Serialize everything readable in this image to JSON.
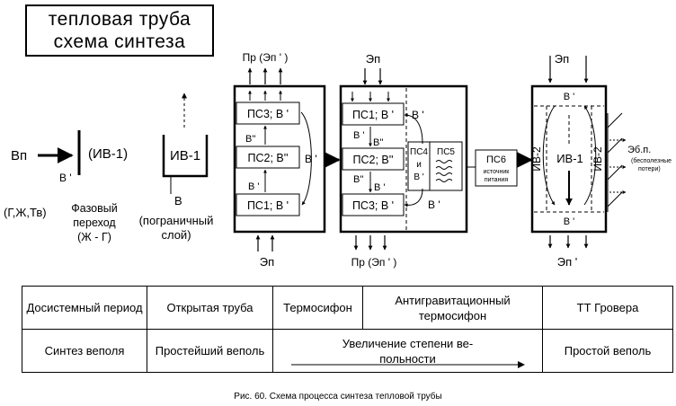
{
  "title": {
    "line1": "тепловая труба",
    "line2": "схема синтеза"
  },
  "labels": {
    "v_p": "Вп",
    "v_prime": "В '",
    "v_dprime": "В''",
    "iv1": "(ИВ-1)",
    "states": "(Г,Ж,Тв)",
    "phase": [
      "Фазовый",
      "переход",
      "(Ж - Г)"
    ],
    "iv1_box": "ИВ-1",
    "b": "В",
    "boundary": [
      "(пограничный",
      "слой)"
    ],
    "pr_ep": "Пр (Эп ' )",
    "ep": "Эп",
    "ep_prime": "Эп '",
    "ps1": "ПС1; В '",
    "ps2": "ПС2; В''",
    "ps3": "ПС3; В '",
    "ps4": [
      "ПС4",
      "и",
      "В '"
    ],
    "ps5": "ПС5",
    "ps6": "ПС6",
    "power": [
      "источник",
      "питания"
    ],
    "iv2": "ИВ-2",
    "ebp": "Эб.п.",
    "losses": [
      "(бесполезные",
      "потери)"
    ]
  },
  "table": {
    "row1": [
      "Досистемный период",
      "Открытая труба",
      "Термосифон",
      "Антигравитационный термосифон",
      "ТТ Гровера"
    ],
    "row2": [
      "Синтез веполя",
      "Простейший веполь",
      "Увеличение степени ве-",
      "польности",
      "Простой веполь"
    ]
  },
  "caption": "Рис. 60. Схема процесса синтеза тепловой трубы"
}
